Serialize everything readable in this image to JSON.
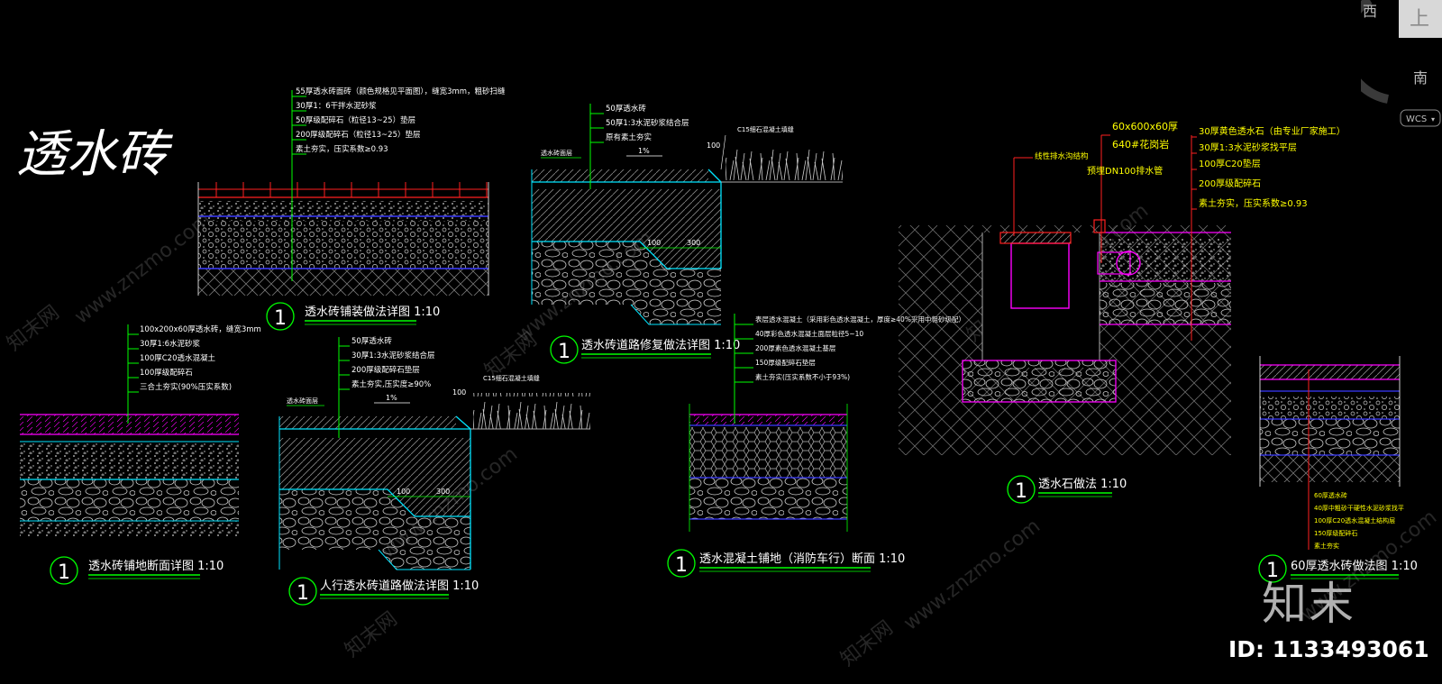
{
  "sheet_title": "透水砖",
  "colors": {
    "bg": "#000000",
    "green": "#00ff00",
    "cyan": "#00e5ff",
    "magenta": "#ff00ff",
    "red": "#ff2020",
    "blue": "#3a3aff",
    "yellow": "#ffff00",
    "white": "#ffffff"
  },
  "viewcube": {
    "west": "西",
    "top": "上",
    "south": "南",
    "wcs": "WCS"
  },
  "d1": {
    "num": "1",
    "title": "透水砖铺装做法详图 1:10",
    "notes": [
      "55厚透水砖面砖（颜色规格见平面图），缝宽3mm，粗砂扫缝",
      "30厚1：6干拌水泥砂浆",
      "50厚级配碎石（粒径13~25）垫层",
      "200厚级配碎石（粒径13~25）垫层",
      "素土夯实，压实系数≥0.93"
    ]
  },
  "d2": {
    "num": "1",
    "title": "透水砖道路修复做法详图 1:10",
    "notes": [
      "50厚透水砖",
      "50厚1:3水泥砂浆结合层",
      "原有素土夯实"
    ],
    "label_curb": "透水砖面层",
    "slope": "1%",
    "c15": "C15细石混凝土填缝",
    "dim_a": "100",
    "dim_b": "100",
    "dim_c": "300"
  },
  "d3": {
    "num": "1",
    "title": "透水砖铺地断面详图 1:10",
    "notes": [
      "100x200x60厚透水砖，缝宽3mm",
      "30厚1:6水泥砂浆",
      "100厚C20透水混凝土",
      "100厚级配碎石",
      "三合土夯实(90%压实系数)"
    ]
  },
  "d4": {
    "num": "1",
    "title": "人行透水砖道路做法详图 1:10",
    "notes": [
      "50厚透水砖",
      "30厚1:3水泥砂浆结合层",
      "200厚级配碎石垫层",
      "素土夯实,压实度≥90%"
    ],
    "label_curb": "透水砖面层",
    "slope": "1%",
    "c15": "C15细石混凝土填缝",
    "dim_a": "100",
    "dim_b": "100",
    "dim_c": "300"
  },
  "d5": {
    "num": "1",
    "title": "透水混凝土铺地（消防车行）断面 1:10",
    "notes": [
      "表层透水混凝土（采用彩色透水混凝土，厚度≥40%采用中粗砂级配）",
      "40厚彩色透水混凝土面层粒径5~10",
      "200厚素色透水混凝土基层",
      "150厚级配碎石垫层",
      "素土夯实(压实系数不小于93%)"
    ]
  },
  "d6": {
    "num": "1",
    "title": "透水石做法 1:10",
    "notes_top": [
      "60x600x60厚",
      "640#花岗岩"
    ],
    "note_pipe": "预埋DN100排水管",
    "note_drain": "线性排水沟结构",
    "notes_right": [
      "30厚黄色透水石（由专业厂家施工）",
      "30厚1:3水泥砂浆找平层",
      "100厚C20垫层",
      "200厚级配碎石",
      "素土夯实，压实系数≥0.93"
    ]
  },
  "d7": {
    "num": "1",
    "title": "60厚透水砖做法图 1:10",
    "notes": [
      "60厚透水砖",
      "40厚中粗砂干硬性水泥砂浆找平",
      "100厚C20透水混凝土结构层",
      "150厚级配碎石",
      "素土夯实"
    ]
  },
  "watermarks": [
    "www.znzmo.com",
    "知末网"
  ],
  "logo": "知末",
  "id_label": "ID: 1133493061"
}
